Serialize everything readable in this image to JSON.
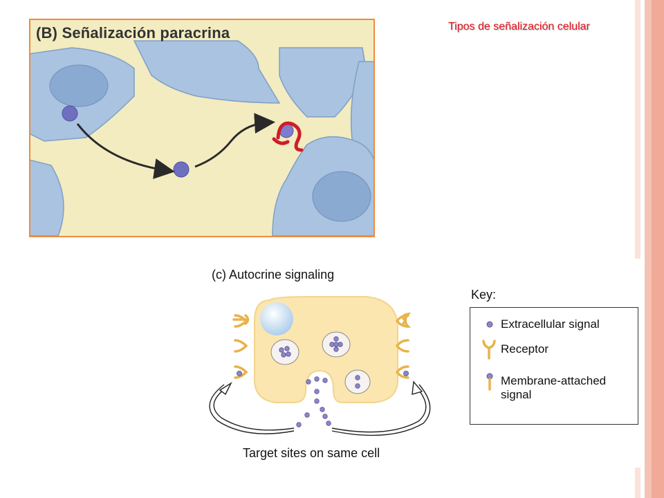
{
  "slide": {
    "title": "Tipos de señalización celular",
    "colors": {
      "title": "#e0141b",
      "frame": "#f08a3c",
      "stripe_light": "#fbe3da",
      "stripe_mid": "#f5c2b4",
      "stripe_dark": "#f1aa98"
    }
  },
  "panel_b": {
    "title": "(B) Señalización paracrina",
    "colors": {
      "background": "#f3ecc0",
      "cell": "#a9c3e0",
      "nucleus": "#8aaad2",
      "signal": "#6f6fc0",
      "receptor": "#d01c28",
      "arrow": "#2a2a2a"
    }
  },
  "panel_c": {
    "title": "(c)  Autocrine signaling",
    "caption": "Target sites on same cell",
    "key": {
      "label": "Key:",
      "items": [
        {
          "icon": "extracellular-signal-icon",
          "text": "Extracellular signal"
        },
        {
          "icon": "receptor-icon",
          "text": "Receptor"
        },
        {
          "icon": "membrane-signal-icon",
          "text": "Membrane-attached\nsignal"
        }
      ]
    },
    "colors": {
      "cell": "#fbe6b0",
      "cell_edge": "#f3d48d",
      "vesicle": "#f6f2f0",
      "signal": "#8c86c8",
      "receptor": "#e8b34a"
    }
  }
}
